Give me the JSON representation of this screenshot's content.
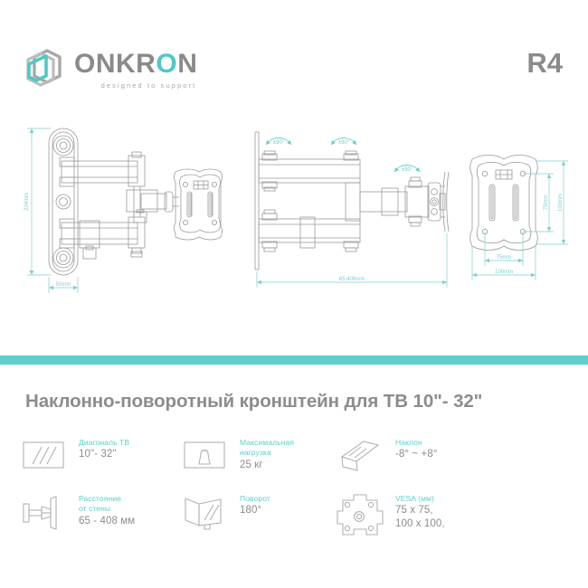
{
  "brand": {
    "name": "ONKRON",
    "name_prefix": "ONKR",
    "name_accent": "O",
    "name_suffix": "N",
    "tagline": "designed to support",
    "logo_icon": "onkron-cube-logo",
    "accent_color": "#5ecfca",
    "gray_color": "#8c8c8c"
  },
  "model": {
    "label": "R4"
  },
  "title": "Наклонно-поворотный кронштейн для ТВ 10\"- 32\"",
  "drawings": {
    "side_view": {
      "name": "side-view-drawing",
      "height_label": "224mm",
      "plate_width_label": "50mm"
    },
    "top_view": {
      "name": "top-view-drawing",
      "extension_label": "65-408mm",
      "rotation_labels": [
        "±90°",
        "±90°",
        "±90°"
      ]
    },
    "vesa_view": {
      "name": "vesa-plate-drawing",
      "width_label": "100mm",
      "inner_width_label": "75mm",
      "height_label": "100mm",
      "inner_height_label": "75mm"
    }
  },
  "features": [
    {
      "icon": "tv-screen-icon",
      "label": "Диагональ ТВ",
      "value": "10\"- 32\""
    },
    {
      "icon": "weight-icon",
      "label": "Максимальная\nнагрузка",
      "label_line1": "Максимальная",
      "label_line2": "нагрузка",
      "value": "25 кг"
    },
    {
      "icon": "tilt-icon",
      "label": "Наклон",
      "value": "-8° ~ +8°"
    },
    {
      "icon": "wall-distance-icon",
      "label_line1": "Расстояние",
      "label_line2": "от стены",
      "value": "65 - 408 мм"
    },
    {
      "icon": "swivel-icon",
      "label": "Поворот",
      "value": "180°"
    },
    {
      "icon": "vesa-icon",
      "label": "VESA (мм)",
      "value_line1": "75 x 75,",
      "value_line2": "100 x 100,"
    }
  ]
}
